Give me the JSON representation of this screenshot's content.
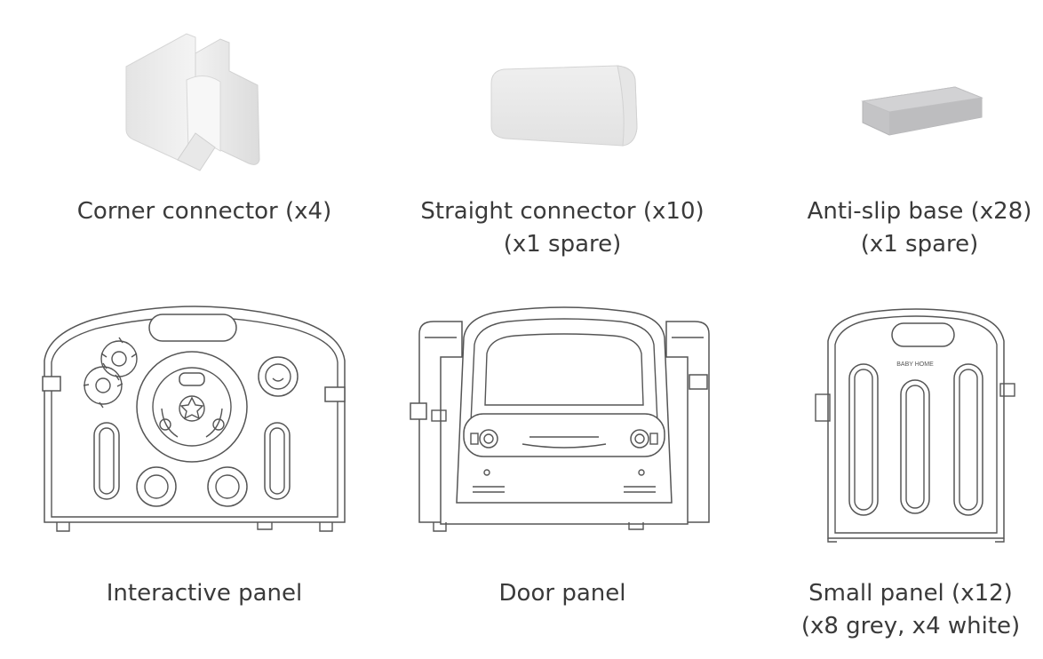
{
  "items": [
    {
      "id": "corner-connector",
      "label": "Corner connector (x4)",
      "sublabel": ""
    },
    {
      "id": "straight-connector",
      "label": "Straight connector (x10)",
      "sublabel": "(x1 spare)"
    },
    {
      "id": "anti-slip-base",
      "label": "Anti-slip base (x28)",
      "sublabel": "(x1 spare)"
    },
    {
      "id": "interactive-panel",
      "label": "Interactive panel",
      "sublabel": ""
    },
    {
      "id": "door-panel",
      "label": "Door panel",
      "sublabel": ""
    },
    {
      "id": "small-panel",
      "label": "Small panel (x12)",
      "sublabel": "(x8 grey, x4 white)"
    }
  ],
  "small_panel_print": "BABY HOME",
  "colors": {
    "connector": "#eaeaea",
    "base": "#c9c9cb",
    "line": "#555555",
    "text": "#3a3a3a"
  }
}
